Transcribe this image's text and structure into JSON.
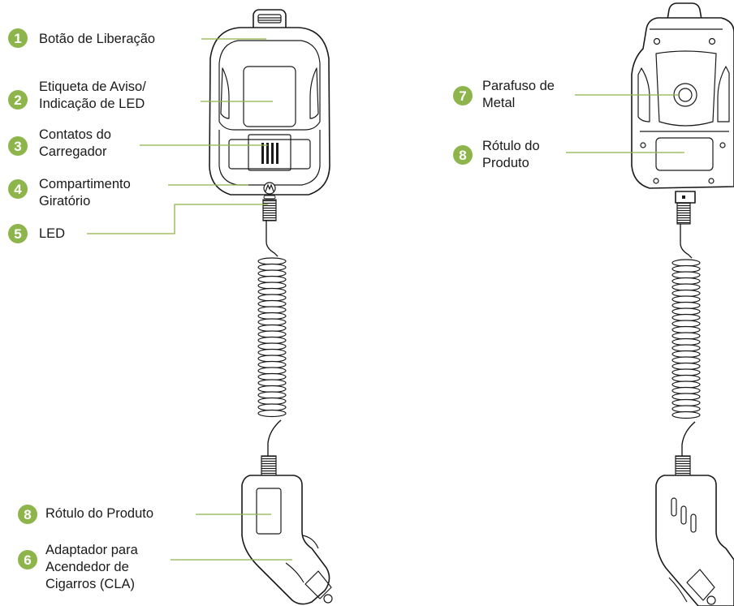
{
  "colors": {
    "accent": "#8db54b",
    "line": "#1a1a1a"
  },
  "callouts": [
    {
      "number": "1",
      "lines": [
        "Botão de Liberação"
      ]
    },
    {
      "number": "2",
      "lines": [
        "Etiqueta de Aviso/",
        "Indicação de LED"
      ]
    },
    {
      "number": "3",
      "lines": [
        "Contatos do",
        "Carregador"
      ]
    },
    {
      "number": "4",
      "lines": [
        "Compartimento",
        "Giratório"
      ]
    },
    {
      "number": "5",
      "lines": [
        "LED"
      ]
    },
    {
      "number": "7",
      "lines": [
        "Parafuso de",
        "Metal"
      ]
    },
    {
      "number": "8",
      "lines": [
        "Rótulo do",
        "Produto"
      ]
    },
    {
      "number": "8",
      "lines": [
        "Rótulo do Produto"
      ]
    },
    {
      "number": "6",
      "lines": [
        "Adaptador para",
        "Acendedor de",
        "Cigarros (CLA)"
      ]
    }
  ]
}
